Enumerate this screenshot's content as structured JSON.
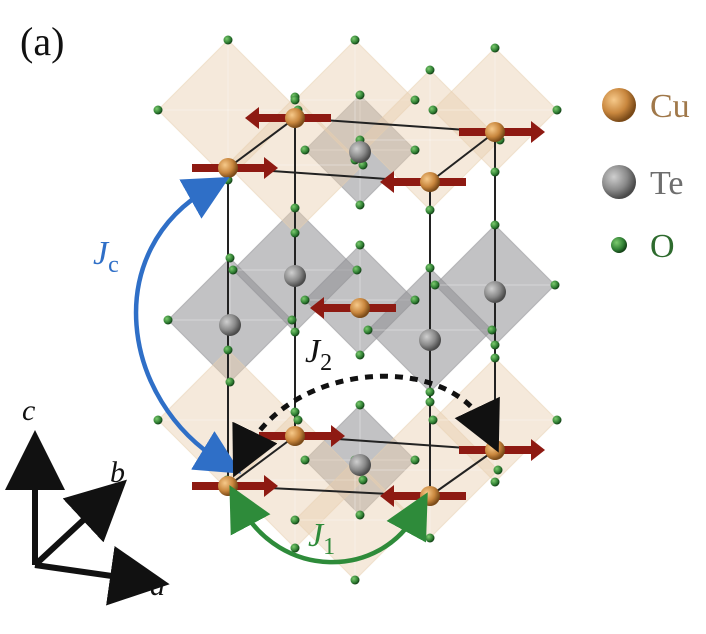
{
  "panel_label": "(a)",
  "legend": [
    {
      "symbol": "Cu",
      "label": "Cu",
      "color": "#C9873E",
      "text_color": "#A0784A"
    },
    {
      "symbol": "Te",
      "label": "Te",
      "color": "#8A8A8A",
      "text_color": "#6E6E6E"
    },
    {
      "symbol": "O",
      "label": "O",
      "color": "#2E7D32",
      "text_color": "#2E6B2E"
    }
  ],
  "couplings": {
    "jc": {
      "main": "J",
      "sub": "c",
      "color": "#2F6FC7"
    },
    "j1": {
      "main": "J",
      "sub": "1",
      "color": "#2E8B3A"
    },
    "j2": {
      "main": "J",
      "sub": "2",
      "color": "#111111"
    }
  },
  "axes": {
    "a": "a",
    "b": "b",
    "c": "c"
  },
  "colors": {
    "cu_octahedron": "#E8CFB0",
    "te_octahedron": "#8F9094",
    "spin_arrow": "#8E1A12",
    "bond": "#222222"
  }
}
